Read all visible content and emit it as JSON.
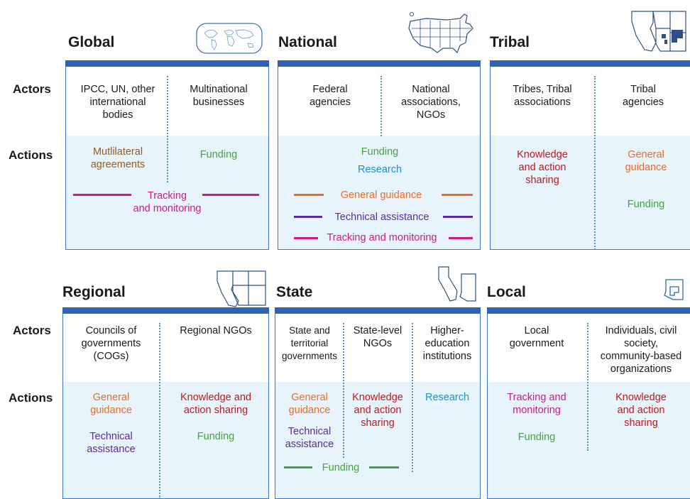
{
  "row_labels": {
    "actors": "Actors",
    "actions": "Actions"
  },
  "colors": {
    "header_bar": "#2f63b6",
    "actions_bg": "#e7f4fb",
    "funding": "#44a243",
    "research": "#1a94c6",
    "general_guidance": "#ee6b24",
    "technical_assistance": "#5b2c9c",
    "tracking_monitoring": "#d3188a",
    "knowledge_sharing": "#c1171c",
    "multilateral": "#9a5a1d"
  },
  "panels": {
    "global": {
      "title": "Global",
      "icon": "world-map-icon",
      "actors": [
        "IPCC, UN, other\ninternational\nbodies",
        "Multinational\nbusinesses"
      ],
      "actions": {
        "multilateral": "Mutlilateral\nagreements",
        "funding": "Funding",
        "tracking": "Tracking\nand monitoring"
      }
    },
    "national": {
      "title": "National",
      "icon": "usa-map-icon",
      "actors": [
        "Federal\nagencies",
        "National\nassociations,\nNGOs"
      ],
      "actions": {
        "funding": "Funding",
        "research": "Research",
        "general_guidance": "General guidance",
        "technical_assistance": "Technical assistance",
        "tracking": "Tracking and monitoring"
      }
    },
    "tribal": {
      "title": "Tribal",
      "icon": "tribal-lands-map-icon",
      "actors": [
        "Tribes, Tribal\nassociations",
        "Tribal\nagencies"
      ],
      "actions": {
        "knowledge": "Knowledge\nand action\nsharing",
        "general_guidance": "General\nguidance",
        "funding": "Funding"
      }
    },
    "regional": {
      "title": "Regional",
      "icon": "western-states-map-icon",
      "actors": [
        "Councils of\ngovernments\n(COGs)",
        "Regional NGOs"
      ],
      "actions": {
        "general_guidance": "General\nguidance",
        "technical_assistance": "Technical\nassistance",
        "knowledge": "Knowledge and\naction sharing",
        "funding": "Funding"
      }
    },
    "state": {
      "title": "State",
      "icon": "california-arizona-map-icon",
      "actors": [
        "State and\nterritorial\ngovernments",
        "State-level\nNGOs",
        "Higher-\neducation\ninstitutions"
      ],
      "actions": {
        "general_guidance": "General\nguidance",
        "technical_assistance": "Technical\nassistance",
        "knowledge": "Knowledge\nand action\nsharing",
        "research": "Research",
        "funding": "Funding"
      }
    },
    "local": {
      "title": "Local",
      "icon": "arizona-county-map-icon",
      "actors": [
        "Local\ngovernment",
        "Individuals, civil\nsociety,\ncommunity-based\norganizations"
      ],
      "actions": {
        "tracking": "Tracking and\nmonitoring",
        "funding": "Funding",
        "knowledge": "Knowledge\nand action\nsharing"
      }
    }
  }
}
